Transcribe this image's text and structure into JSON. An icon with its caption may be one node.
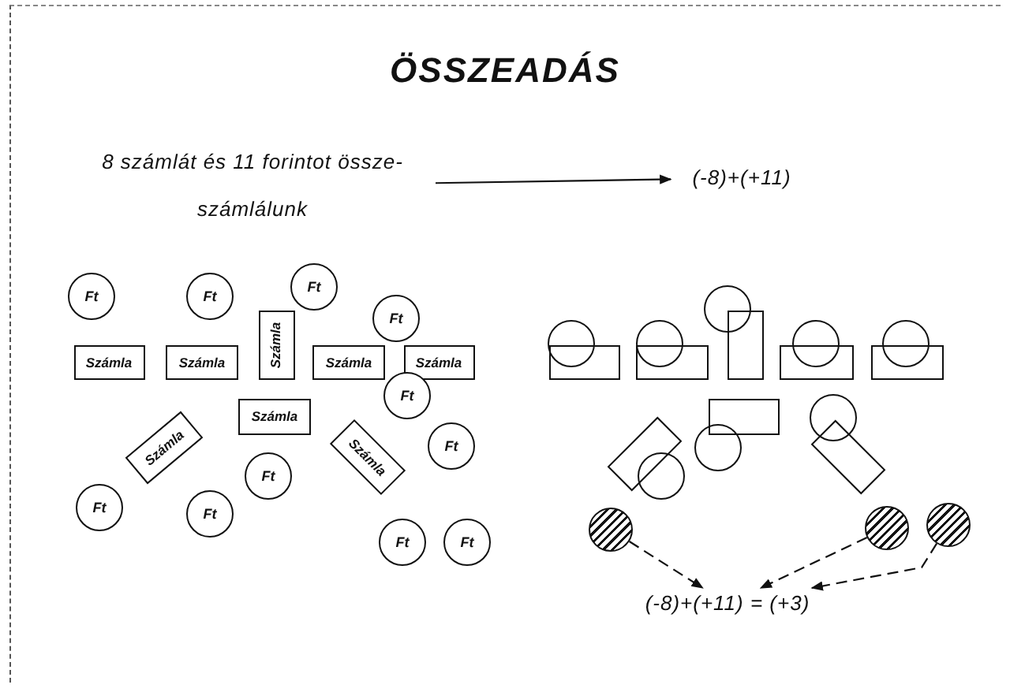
{
  "diagram": {
    "title": "ÖSSZEADÁS",
    "nodes": [
      {
        "text": [
          "8 számlát és 11 forintot össze- számlálunk"
        ]
      },
      {
        "text": [
          "(-8)+(+11)"
        ]
      },
      {
        "text": [
          "Ft"
        ]
      },
      {
        "text": [
          "Ft"
        ]
      },
      {
        "text": [
          "Ft"
        ]
      },
      {
        "text": [
          "Ft"
        ]
      },
      {
        "text": [
          "Számla"
        ]
      },
      {
        "text": [
          "Számla"
        ]
      },
      {
        "text": [
          "Számla"
        ]
      },
      {
        "text": [
          "Számla"
        ]
      },
      {
        "text": [
          "Számla"
        ]
      },
      {
        "text": [
          "Ft"
        ]
      },
      {
        "text": [
          "Számla"
        ]
      },
      {
        "text": [
          "Ft"
        ]
      },
      {
        "text": [
          "Számla"
        ]
      },
      {
        "text": [
          "Ft"
        ]
      },
      {
        "text": [
          "Számla"
        ]
      },
      {
        "text": [
          "Ft"
        ]
      },
      {
        "text": [
          "Ft"
        ]
      },
      {
        "text": [
          "Ft"
        ]
      },
      {
        "text": [
          "Ft"
        ]
      },
      {
        "text": [],
        "shape": "box"
      },
      {
        "text": [],
        "shape": "box"
      },
      {
        "text": [],
        "shape": "box"
      },
      {
        "text": [],
        "shape": "box"
      },
      {
        "text": [],
        "shape": "box"
      },
      {
        "text": [],
        "shape": "box"
      },
      {
        "text": [],
        "shape": "box"
      },
      {
        "text": [],
        "shape": "box"
      },
      {
        "text": [],
        "shape": "circle"
      },
      {
        "text": [],
        "shape": "circle"
      },
      {
        "text": [],
        "shape": "circle"
      },
      {
        "text": [],
        "shape": "circle"
      },
      {
        "text": [],
        "shape": "circle"
      },
      {
        "text": [],
        "shape": "circle"
      },
      {
        "text": [],
        "shape": "circle"
      },
      {
        "text": [],
        "shape": "circle"
      },
      {
        "text": [],
        "shape": "circle"
      },
      {
        "text": [],
        "shape": "circle"
      },
      {
        "text": [],
        "shape": "circle"
      },
      {
        "text": [
          "(-8)+(+11) = (+3)"
        ]
      }
    ],
    "edges": [
      {
        "from": 0,
        "to": 1,
        "arrow": "to"
      },
      {
        "from": 37,
        "to": 40,
        "arrow": "to",
        "style": "dashed"
      },
      {
        "from": 38,
        "to": 40,
        "arrow": "to",
        "style": "dashed"
      },
      {
        "from": 39,
        "to": 40,
        "arrow": "to",
        "style": "dashed"
      }
    ]
  }
}
